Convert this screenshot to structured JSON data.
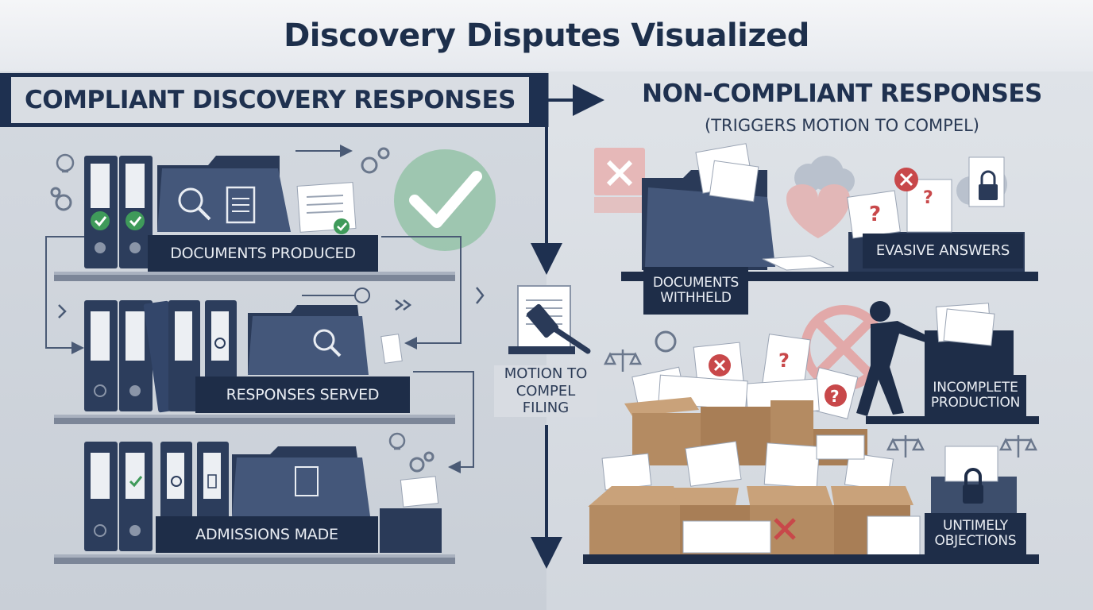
{
  "title": "Discovery Disputes Visualized",
  "left": {
    "header": "COMPLIANT DISCOVERY RESPONSES",
    "shelves": [
      {
        "label": "DOCUMENTS PRODUCED"
      },
      {
        "label": "RESPONSES SERVED"
      },
      {
        "label": "ADMISSIONS MADE"
      }
    ]
  },
  "center": {
    "label": "MOTION TO COMPEL FILING"
  },
  "right": {
    "title": "NON-COMPLIANT RESPONSES",
    "subtitle": "(TRIGGERS MOTION TO COMPEL)",
    "items": [
      {
        "label": "DOCUMENTS WITHHELD"
      },
      {
        "label": "EVASIVE ANSWERS"
      },
      {
        "label": "INCOMPLETE PRODUCTION"
      },
      {
        "label": "UNTIMELY OBJECTIONS"
      }
    ]
  },
  "colors": {
    "navy": "#1e3050",
    "check_green": "#3f9a5a",
    "error_red": "#c8484a",
    "box_brown": "#b48b62"
  }
}
